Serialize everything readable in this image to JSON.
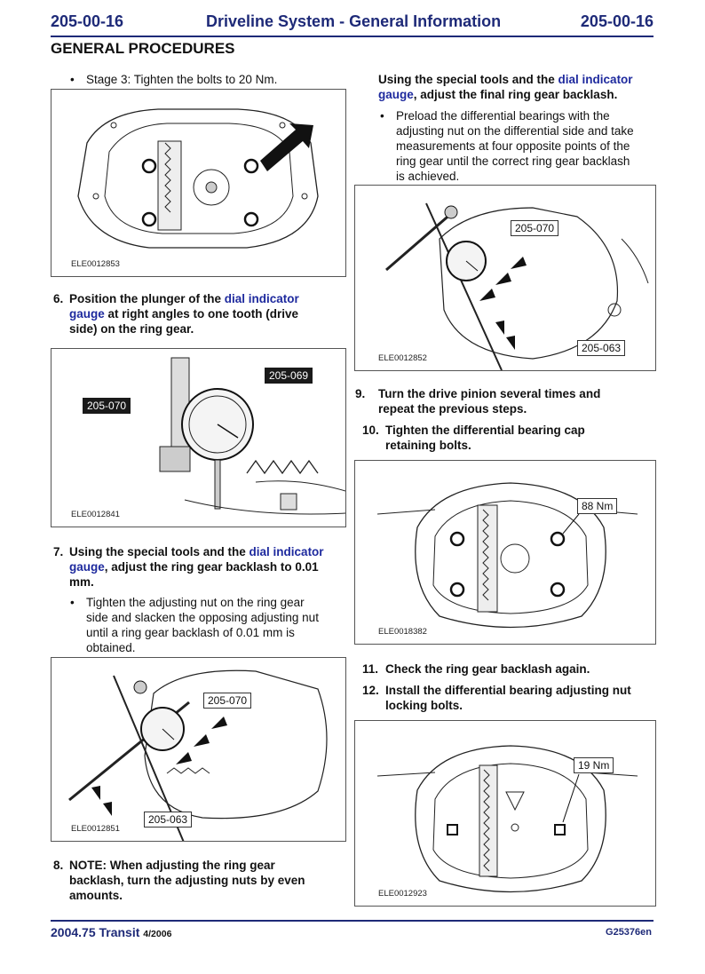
{
  "header": {
    "code_left": "205-00-16",
    "title": "Driveline System - General Information",
    "code_right": "205-00-16"
  },
  "section_title": "GENERAL PROCEDURES",
  "left": {
    "bullet_stage3": "Stage 3: Tighten the bolts to 20 Nm.",
    "fig1": {
      "caption": "ELE0012853"
    },
    "step6": {
      "num": "6.",
      "l1_a": "Position the plunger of the ",
      "l1_link": "dial indicator",
      "l2_link": "gauge",
      "l2_b": " at right angles to one tooth (drive",
      "l3": "side) on the ring gear."
    },
    "fig2": {
      "caption": "ELE0012841",
      "callout_a": "205-069",
      "callout_b": "205-070"
    },
    "step7": {
      "num": "7.",
      "l1_a": "Using the special tools and the ",
      "l1_link": "dial indicator",
      "l2_link": "gauge",
      "l2_b": ", adjust the ring gear backlash to 0.01",
      "l3": "mm.",
      "bullet_l1": "Tighten the adjusting nut on the ring gear",
      "bullet_l2": "side and slacken the opposing adjusting nut",
      "bullet_l3": "until a ring gear backlash of 0.01 mm is",
      "bullet_l4": "obtained."
    },
    "fig3": {
      "caption": "ELE0012851",
      "callout_a": "205-070",
      "callout_b": "205-063"
    },
    "step8": {
      "num": "8.",
      "l1": "NOTE: When adjusting the ring gear",
      "l2": "backlash, turn the adjusting nuts by even",
      "l3": "amounts."
    }
  },
  "right": {
    "intro": {
      "l1_a": "Using the special tools and the ",
      "l1_link": "dial indicator",
      "l2_link": "gauge",
      "l2_b": ", adjust the final ring gear backlash.",
      "bullet_l1": "Preload the differential bearings with the",
      "bullet_l2": "adjusting nut on the differential side and take",
      "bullet_l3": "measurements at four opposite points of the",
      "bullet_l4": "ring gear until the correct ring gear backlash",
      "bullet_l5": "is achieved."
    },
    "fig4": {
      "caption": "ELE0012852",
      "callout_a": "205-070",
      "callout_b": "205-063"
    },
    "step9": {
      "num": "9.",
      "l1": "Turn the drive pinion several times and",
      "l2": "repeat the previous steps."
    },
    "step10": {
      "num": "10.",
      "l1": "Tighten the differential bearing cap",
      "l2": "retaining bolts."
    },
    "fig5": {
      "caption": "ELE0018382",
      "callout": "88 Nm"
    },
    "step11": {
      "num": "11.",
      "l1": "Check the ring gear backlash again."
    },
    "step12": {
      "num": "12.",
      "l1": "Install the differential bearing adjusting nut",
      "l2": "locking bolts."
    },
    "fig6": {
      "caption": "ELE0012923",
      "callout": "19 Nm"
    }
  },
  "footer": {
    "model": "2004.75 Transit",
    "date": "4/2006",
    "doc_code": "G25376en"
  }
}
